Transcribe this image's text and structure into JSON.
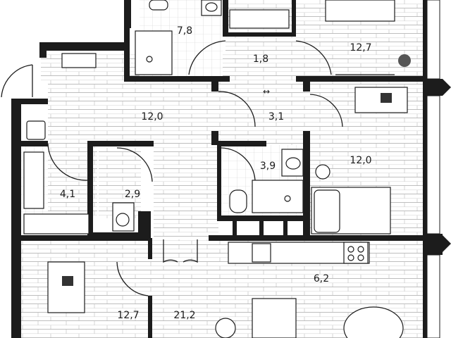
{
  "rooms": [
    {
      "id": "bathroom-top",
      "area": "7,8"
    },
    {
      "id": "hall-top",
      "area": "1,8"
    },
    {
      "id": "bedroom-top-right",
      "area": "12,7"
    },
    {
      "id": "corridor",
      "area": "12,0"
    },
    {
      "id": "hall-small",
      "area": "3,1"
    },
    {
      "id": "shower-room",
      "area": "3,9"
    },
    {
      "id": "bedroom-right",
      "area": "12,0"
    },
    {
      "id": "closet-left",
      "area": "4,1"
    },
    {
      "id": "storage",
      "area": "2,9"
    },
    {
      "id": "kitchen",
      "area": "6,2"
    },
    {
      "id": "bedroom-bottom-left",
      "area": "12,7"
    },
    {
      "id": "living-room",
      "area": "21,2"
    }
  ],
  "symbols": {
    "arrow": "↔"
  },
  "colors": {
    "wall": "#1c1c1c",
    "floor_line": "#8c8c8c"
  }
}
